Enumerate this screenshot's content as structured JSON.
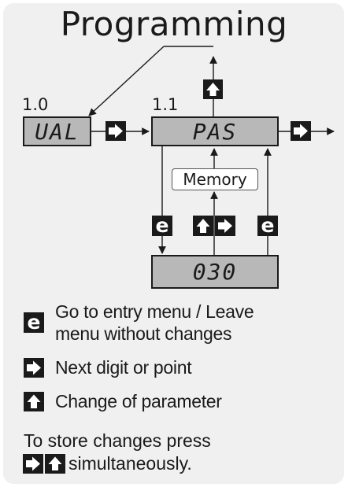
{
  "title": "Programming",
  "menus": {
    "left": {
      "number": "1.0",
      "display": "UAL"
    },
    "right": {
      "number": "1.1",
      "display": "PAS"
    },
    "value": {
      "display": "030"
    }
  },
  "memory_label": "Memory",
  "legend": [
    {
      "icon": "e-key-icon",
      "lines": [
        "Go to entry menu / Leave",
        "menu without changes"
      ]
    },
    {
      "icon": "right-arrow-key-icon",
      "lines": [
        "Next digit or point"
      ]
    },
    {
      "icon": "up-arrow-key-icon",
      "lines": [
        "Change of parameter"
      ]
    }
  ],
  "store": {
    "line1": "To store changes press",
    "line2": "simultaneously."
  },
  "colors": {
    "key_fill": "#1a1a1a",
    "display_fill": "#b8b8b8",
    "panel": "#f0f0f0"
  }
}
